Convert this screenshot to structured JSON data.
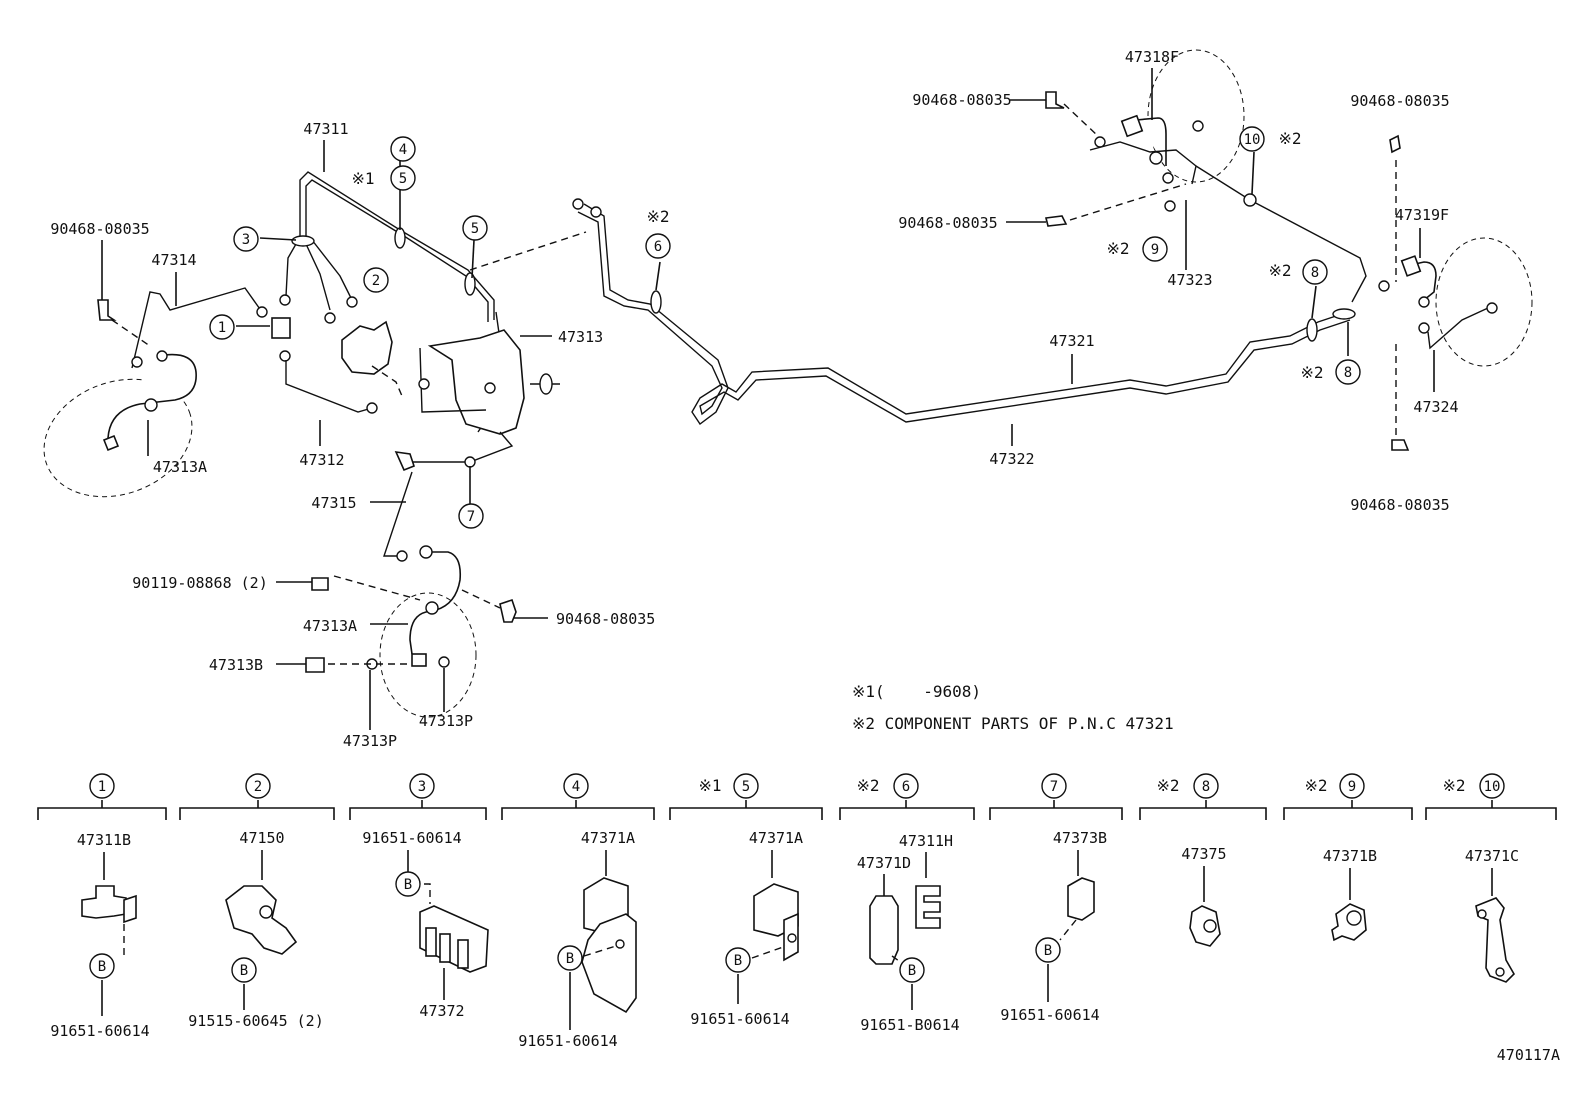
{
  "callouts": {
    "c47311": "47311",
    "c47314": "47314",
    "c90468_left": "90468-08035",
    "c47313_top": "47313",
    "c47312": "47312",
    "c47313A_left": "47313A",
    "c47315": "47315",
    "c90119": "90119-08868 (2)",
    "c90468_mid": "90468-08035",
    "c47313A_mid": "47313A",
    "c47313B": "47313B",
    "c47313P_a": "47313P",
    "c47313P_b": "47313P",
    "c47318F": "47318F",
    "c90468_tr1": "90468-08035",
    "c90468_tr2": "90468-08035",
    "c47323": "47323",
    "c90468_r1": "90468-08035",
    "c47319F": "47319F",
    "c47324": "47324",
    "c90468_r2": "90468-08035",
    "c47321": "47321",
    "c47322": "47322",
    "star1": "※1",
    "star2": "※2"
  },
  "circle_refs": [
    "1",
    "2",
    "3",
    "4",
    "5",
    "6",
    "7",
    "8",
    "9",
    "10"
  ],
  "notes": {
    "note1": "※1(    -9608)",
    "note2": "※2 COMPONENT PARTS OF P.N.C 47321"
  },
  "sections": [
    {
      "prefix": "",
      "ref": "1",
      "parts": [
        "47311B",
        "91651-60614"
      ]
    },
    {
      "prefix": "",
      "ref": "2",
      "parts": [
        "47150",
        "91515-60645 (2)"
      ]
    },
    {
      "prefix": "",
      "ref": "3",
      "parts": [
        "91651-60614",
        "47372"
      ]
    },
    {
      "prefix": "",
      "ref": "4",
      "parts": [
        "47371A",
        "91651-60614"
      ]
    },
    {
      "prefix": "※1",
      "ref": "5",
      "parts": [
        "47371A",
        "91651-60614"
      ]
    },
    {
      "prefix": "※2",
      "ref": "6",
      "parts": [
        "47311H",
        "47371D",
        "91651-B0614"
      ]
    },
    {
      "prefix": "",
      "ref": "7",
      "parts": [
        "47373B",
        "91651-60614"
      ]
    },
    {
      "prefix": "※2",
      "ref": "8",
      "parts": [
        "47375"
      ]
    },
    {
      "prefix": "※2",
      "ref": "9",
      "parts": [
        "47371B"
      ]
    },
    {
      "prefix": "※2",
      "ref": "10",
      "parts": [
        "47371C"
      ]
    }
  ],
  "bolt_marker": "B",
  "drawing_id": "470117A"
}
